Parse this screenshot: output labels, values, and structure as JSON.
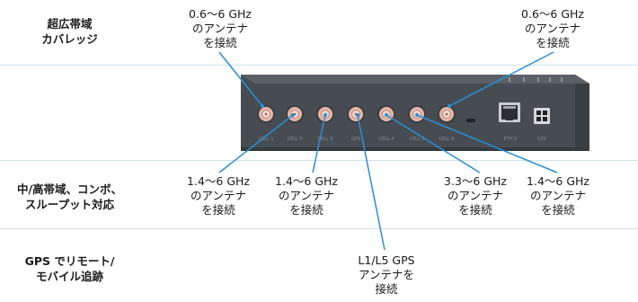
{
  "sections": [
    {
      "id": "wideband",
      "title_lines": [
        "超広帯域",
        "カバレッジ"
      ]
    },
    {
      "id": "midhigh",
      "title_lines": [
        "中/高帯域、コンボ、",
        "スループット対応"
      ]
    },
    {
      "id": "gps",
      "title_lines": [
        "GPS でリモート/",
        "モバイル追跡"
      ]
    }
  ],
  "callouts": {
    "top_left": [
      "0.6〜6 GHz",
      "のアンテナ",
      "を接続"
    ],
    "top_right": [
      "0.6〜6 GHz",
      "のアンテナ",
      "を接続"
    ],
    "bottom_1": [
      "1.4〜6 GHz",
      "のアンテナ",
      "を接続"
    ],
    "bottom_2": [
      "1.4〜6 GHz",
      "のアンテナ",
      "を接続"
    ],
    "bottom_3": [
      "3.3〜6 GHz",
      "のアンテナ",
      "を接続"
    ],
    "bottom_4": [
      "1.4〜6 GHz",
      "のアンテナ",
      "を接続"
    ],
    "gps": [
      "L1/L5 GPS",
      "アンテナを",
      "接続"
    ]
  },
  "device": {
    "port_labels": [
      "CELL 1",
      "CELL 5",
      "CELL 3",
      "GPS",
      "CELL 4",
      "CELL 2",
      "CELL 6",
      "ETH 1",
      "12V"
    ],
    "colors": {
      "body": "#4a4f55",
      "body_dark": "#3d4247",
      "connector": "#e7b8a8",
      "leader": "#2b8fd6"
    }
  }
}
